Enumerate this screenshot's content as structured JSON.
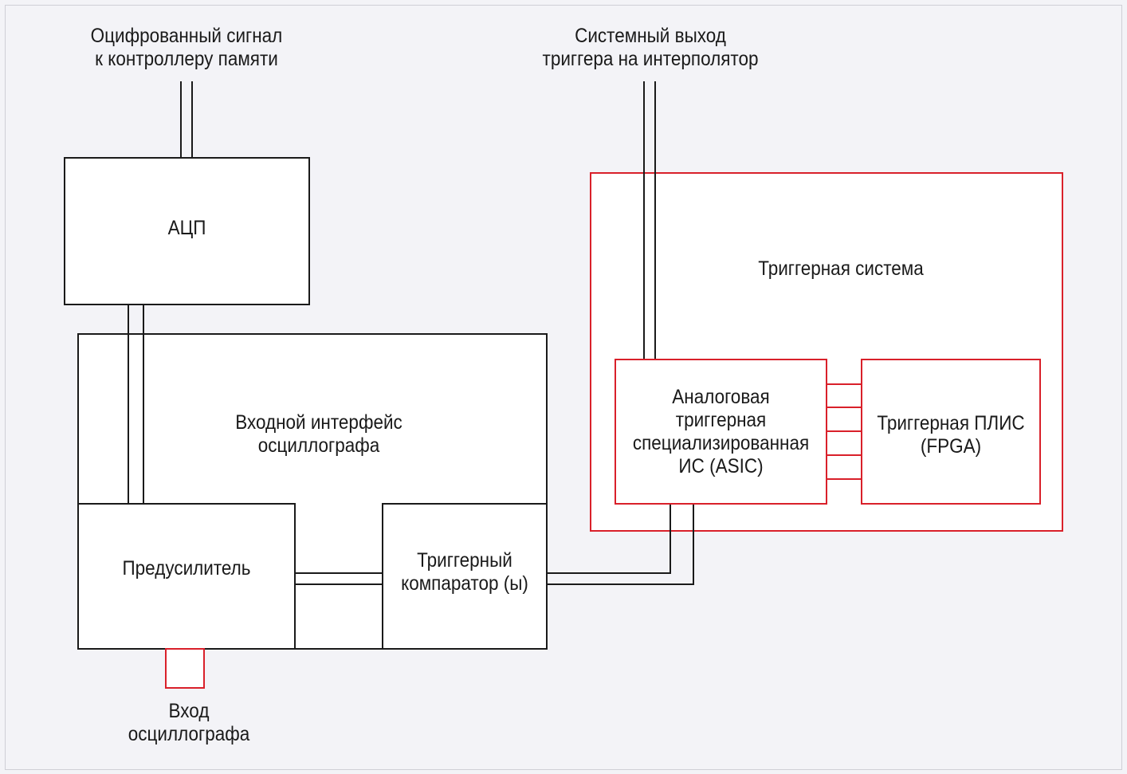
{
  "colors": {
    "background": "#f3f3f7",
    "line": "#1a1a1a",
    "highlight": "#d9202a"
  },
  "labels": {
    "digitized_signal": "Оцифрованный сигнал\nк контроллеру памяти",
    "system_trigger_output": "Системный выход\nтриггера на интерполятор",
    "input_label": "Вход\nосциллографа"
  },
  "blocks": {
    "adc": "АЦП",
    "input_interface": "Входной интерфейс\nосциллографа",
    "preamp": "Предусилитель",
    "trigger_comparator": "Триггерный\nкомпаратор (ы)",
    "trigger_system": "Триггерная система",
    "asic": "Аналоговая\nтриггерная\nспециализированная\nИС (ASIC)",
    "fpga": "Триггерная ПЛИС\n(FPGA)"
  }
}
